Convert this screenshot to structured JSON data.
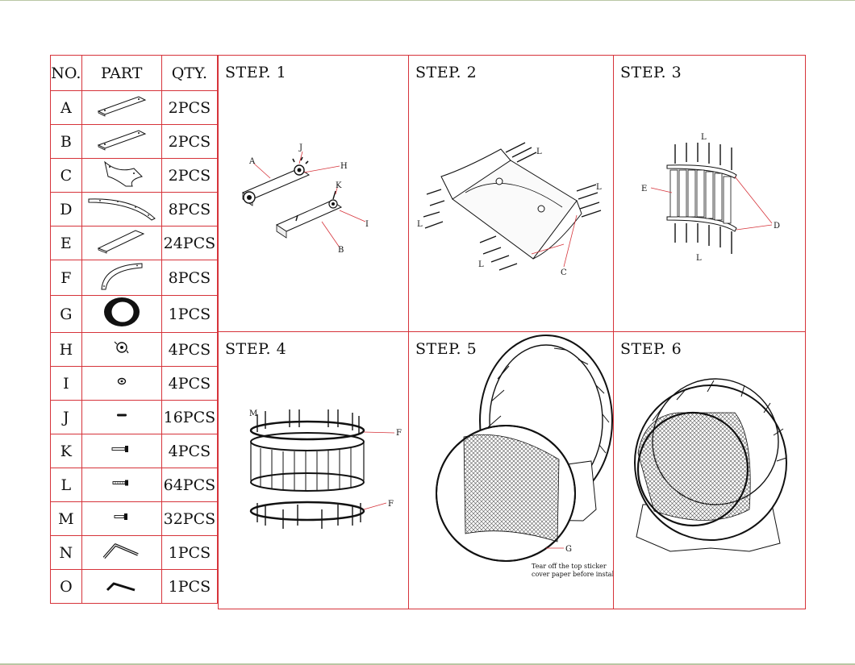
{
  "table": {
    "headers": {
      "no": "NO.",
      "part": "PART",
      "qty": "QTY."
    },
    "rows": [
      {
        "no": "A",
        "icon": "long-plank-icon",
        "qty": "2PCS"
      },
      {
        "no": "B",
        "icon": "long-plank-icon",
        "qty": "2PCS"
      },
      {
        "no": "C",
        "icon": "curved-side-board-icon",
        "qty": "2PCS"
      },
      {
        "no": "D",
        "icon": "curved-strip-icon",
        "qty": "8PCS"
      },
      {
        "no": "E",
        "icon": "slat-board-icon",
        "qty": "24PCS"
      },
      {
        "no": "F",
        "icon": "ring-arc-segment-icon",
        "qty": "8PCS"
      },
      {
        "no": "G",
        "icon": "black-mat-ring-icon",
        "qty": "1PCS"
      },
      {
        "no": "H",
        "icon": "pulley-wheel-icon",
        "qty": "4PCS"
      },
      {
        "no": "I",
        "icon": "washer-icon",
        "qty": "4PCS"
      },
      {
        "no": "J",
        "icon": "dowel-pin-icon",
        "qty": "16PCS"
      },
      {
        "no": "K",
        "icon": "long-bolt-icon",
        "qty": "4PCS"
      },
      {
        "no": "L",
        "icon": "screw-icon",
        "qty": "64PCS"
      },
      {
        "no": "M",
        "icon": "short-bolt-icon",
        "qty": "32PCS"
      },
      {
        "no": "N",
        "icon": "allen-key-large-icon",
        "qty": "1PCS"
      },
      {
        "no": "O",
        "icon": "allen-key-small-icon",
        "qty": "1PCS"
      }
    ]
  },
  "steps": [
    {
      "title": "STEP. 1",
      "labels": {
        "a": "A",
        "j": "J",
        "h": "H",
        "k": "K",
        "i": "I",
        "b": "B"
      }
    },
    {
      "title": "STEP. 2",
      "labels": {
        "l1": "L",
        "l2": "L",
        "l3": "L",
        "l4": "L",
        "c": "C"
      }
    },
    {
      "title": "STEP. 3",
      "labels": {
        "l1": "L",
        "e": "E",
        "d": "D",
        "l2": "L"
      }
    },
    {
      "title": "STEP. 4",
      "labels": {
        "m": "M",
        "f1": "F",
        "f2": "F"
      }
    },
    {
      "title": "STEP. 5",
      "labels": {
        "g": "G",
        "note1": "Tear off the top sticker",
        "note2": "cover paper before install"
      }
    },
    {
      "title": "STEP. 6",
      "labels": {}
    }
  ],
  "colors": {
    "grid_line": "#d6333a",
    "page_frame": "#b9c7a4",
    "ink": "#111111"
  }
}
